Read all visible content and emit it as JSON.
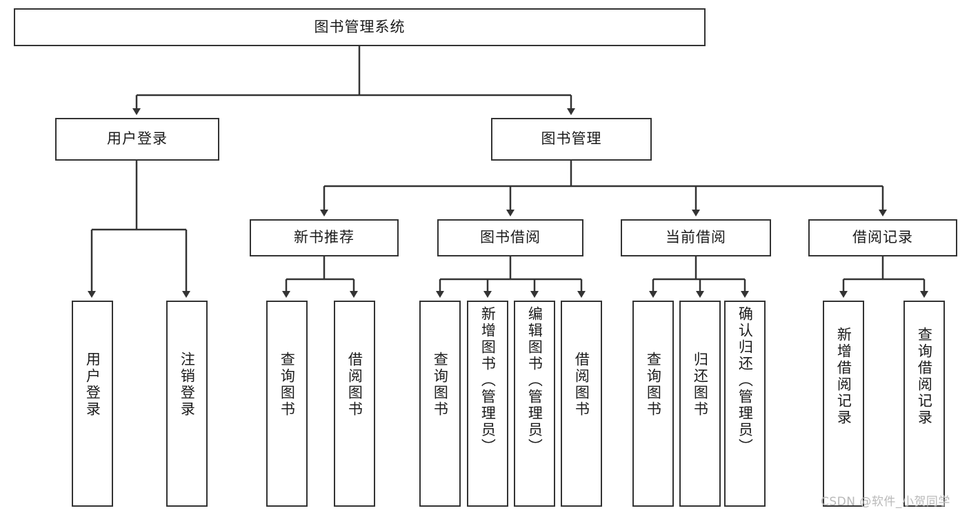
{
  "diagram": {
    "title": "图书管理系统",
    "type": "hierarchy-tree",
    "background_color": "#ffffff",
    "box_border_color": "#333333",
    "box_fill_color": "#ffffff",
    "text_color": "#1b1b1b"
  },
  "root": {
    "label": "图书管理系统"
  },
  "level2": [
    {
      "label": "用户登录"
    },
    {
      "label": "图书管理"
    }
  ],
  "level3": [
    {
      "label": "新书推荐"
    },
    {
      "label": "图书借阅"
    },
    {
      "label": "当前借阅"
    },
    {
      "label": "借阅记录"
    }
  ],
  "leaves": {
    "user_login": [
      {
        "label": "用户登录"
      },
      {
        "label": "注销登录"
      }
    ],
    "new_book_recommend": [
      {
        "label": "查询图书"
      },
      {
        "label": "借阅图书"
      }
    ],
    "book_borrow": [
      {
        "label": "查询图书"
      },
      {
        "label": "新增图书（管理员）"
      },
      {
        "label": "编辑图书（管理员）"
      },
      {
        "label": "借阅图书"
      }
    ],
    "current_borrow": [
      {
        "label": "查询图书"
      },
      {
        "label": "归还图书"
      },
      {
        "label": "确认归还（管理员）"
      }
    ],
    "borrow_record": [
      {
        "label": "新增借阅记录"
      },
      {
        "label": "查询借阅记录"
      }
    ]
  },
  "watermark": {
    "text": "CSDN @软件_小贺同学",
    "color": "#b9b9b9"
  }
}
